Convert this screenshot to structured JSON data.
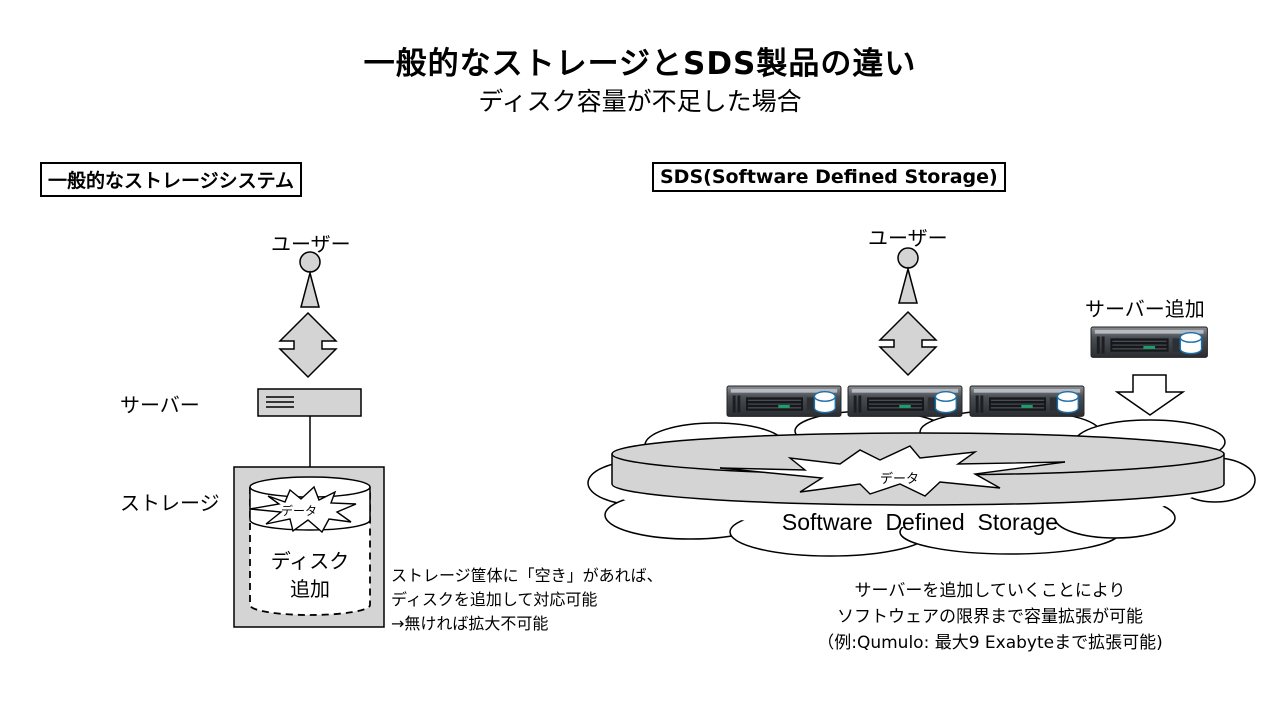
{
  "title": "一般的なストレージとSDS製品の違い",
  "subtitle": "ディスク容量が不足した場合",
  "left": {
    "header": "一般的なストレージシステム",
    "user_label": "ユーザー",
    "server_label": "サーバー",
    "storage_label": "ストレージ",
    "data_label": "データ",
    "disk_add_line1": "ディスク",
    "disk_add_line2": "追加",
    "note_lines": [
      "ストレージ筐体に「空き」があれば、",
      "ディスクを追加して対応可能",
      "→無ければ拡大不可能"
    ]
  },
  "right": {
    "header": "SDS(Software Defined Storage)",
    "user_label": "ユーザー",
    "server_add_label": "サーバー追加",
    "data_label": "データ",
    "sds_label": "Software  Defined  Storage",
    "note_lines": [
      "サーバーを追加していくことにより",
      "ソフトウェアの限界まで容量拡張が可能",
      "（例:Qumulo:  最大9 Exabyteまで拡張可能)"
    ]
  },
  "colors": {
    "shape_fill": "#d4d4d4",
    "cloud_fill": "#ffffff",
    "server_dark": "#3b3f44",
    "accent_green": "#19a06a",
    "stroke": "#000000"
  }
}
